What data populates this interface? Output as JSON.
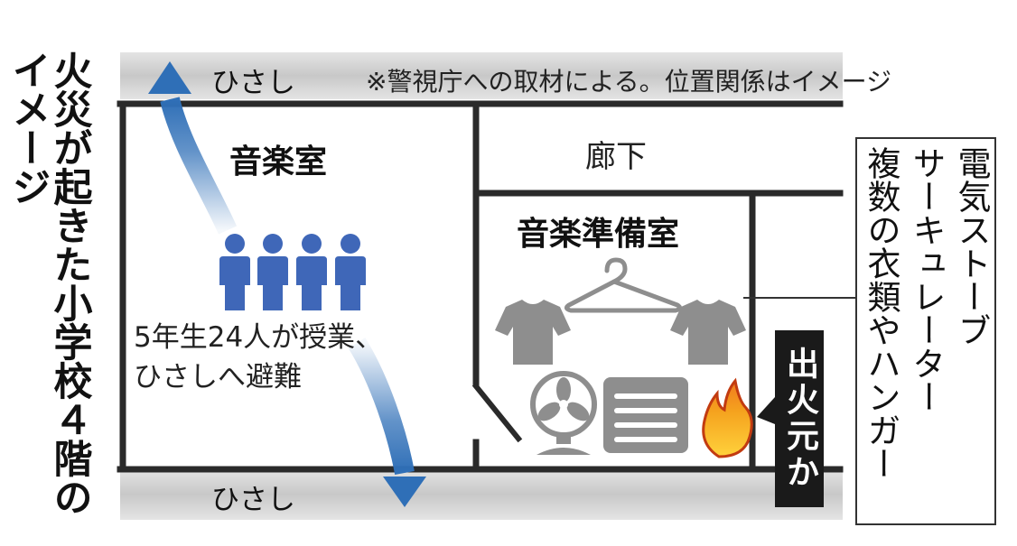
{
  "title": "火災が起きた小学校４階のイメージ",
  "note": "※警視庁への取材による。位置関係はイメージ",
  "eave_top": "ひさし",
  "eave_bottom": "ひさし",
  "rooms": {
    "music_room": "音楽室",
    "corridor": "廊下",
    "prep_room": "音楽準備室"
  },
  "students": {
    "line1": "5年生24人が授業、",
    "line2": "ひさしへ避難"
  },
  "legend": {
    "col1": "電気ストーブ",
    "col2": "サーキュレーター",
    "col3": "複数の衣類やハンガー"
  },
  "fire_origin": "出火元か",
  "colors": {
    "arrow_blue": "#2f6fb7",
    "person_blue": "#3f67b8",
    "eave_gray": "#cfcfcf",
    "fire_orange": "#f07a1e",
    "fire_yellow": "#ffd23c",
    "object_gray": "#8e8e8e"
  }
}
